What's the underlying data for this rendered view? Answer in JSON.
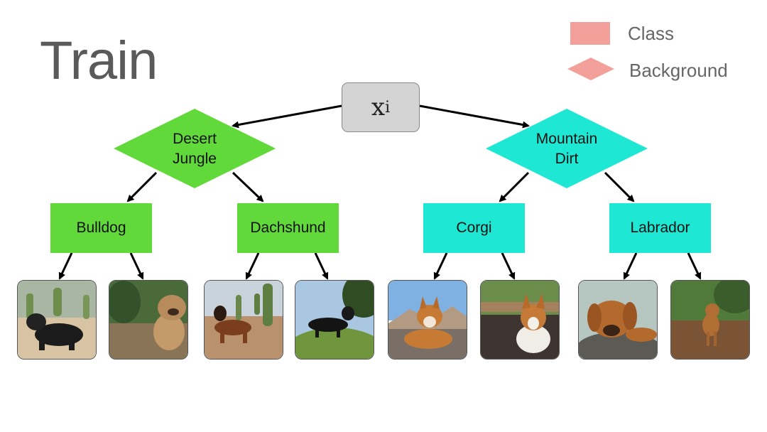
{
  "title": "Train",
  "legend": {
    "class_label": "Class",
    "background_label": "Background",
    "class_color": "#f4a09a",
    "background_color": "#f4a09a"
  },
  "root": {
    "base": "x",
    "subscript": "i"
  },
  "backgrounds": [
    {
      "lines": [
        "Desert",
        "Jungle"
      ],
      "color": "#62d93a"
    },
    {
      "lines": [
        "Mountain",
        "Dirt"
      ],
      "color": "#1ee8d4"
    }
  ],
  "classes": [
    {
      "label": "Bulldog",
      "color": "#62d93a"
    },
    {
      "label": "Dachshund",
      "color": "#62d93a"
    },
    {
      "label": "Corgi",
      "color": "#1ee8d4"
    },
    {
      "label": "Labrador",
      "color": "#1ee8d4"
    }
  ],
  "images": [
    {
      "subject": "bulldog",
      "scene": "desert"
    },
    {
      "subject": "bulldog",
      "scene": "jungle"
    },
    {
      "subject": "dachshund",
      "scene": "desert"
    },
    {
      "subject": "dachshund",
      "scene": "jungle"
    },
    {
      "subject": "corgi",
      "scene": "mountain"
    },
    {
      "subject": "corgi",
      "scene": "dirt"
    },
    {
      "subject": "labrador",
      "scene": "mountain"
    },
    {
      "subject": "labrador",
      "scene": "dirt"
    }
  ]
}
